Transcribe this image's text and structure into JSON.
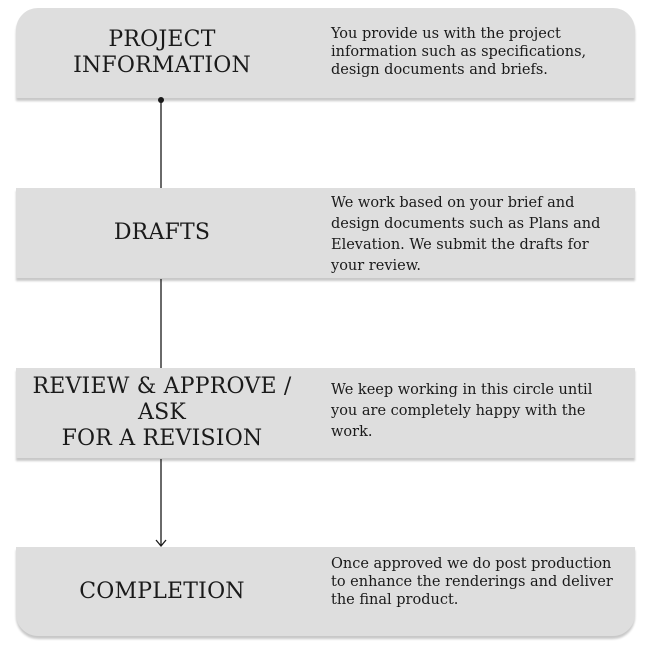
{
  "steps": [
    {
      "title_lines": [
        "PROJECT",
        "INFORMATION"
      ],
      "description": "You provide us with the project information such as specifications, design documents and briefs."
    },
    {
      "title_lines": [
        "DRAFTS"
      ],
      "description": "We work based on your brief and design documents such as Plans and Elevation. We submit the drafts for your review."
    },
    {
      "title_lines": [
        "REVIEW & APPROVE / ASK",
        "FOR A REVISION"
      ],
      "description": "We keep working in this circle until you are completely happy with the work."
    },
    {
      "title_lines": [
        "COMPLETION"
      ],
      "description": "Once approved we do post production to enhance the renderings and deliver the final product."
    }
  ],
  "colors": {
    "box_fill": "#dedede",
    "connector": "#1a1a1a",
    "text": "#1a1a1a"
  }
}
